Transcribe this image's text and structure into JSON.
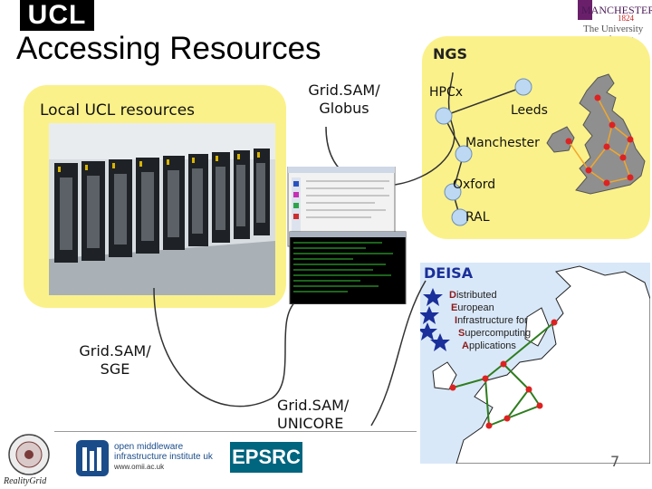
{
  "header": {
    "title": "Accessing Resources",
    "logo_left": "UCL",
    "logo_right": {
      "name": "MANCHESTER",
      "year": "1824",
      "line1": "The University",
      "line2": "chester"
    }
  },
  "local": {
    "label": "Local UCL resources"
  },
  "middleware": {
    "globus": [
      "Grid.SAM/",
      "Globus"
    ],
    "sge": [
      "Grid.SAM/",
      "SGE"
    ],
    "unicore": [
      "Grid.SAM/",
      "UNICORE"
    ]
  },
  "ngs": {
    "title": "NGS",
    "sites": [
      "HPCx",
      "Leeds",
      "Manchester",
      "Oxford",
      "RAL"
    ]
  },
  "deisa": {
    "title": "DEISA",
    "acronym": [
      {
        "cap": "D",
        "rest": "istributed"
      },
      {
        "cap": "E",
        "rest": "uropean"
      },
      {
        "cap": "I",
        "rest": "nfrastructure for"
      },
      {
        "cap": "S",
        "rest": "upercomputing"
      },
      {
        "cap": "A",
        "rest": "pplications"
      }
    ]
  },
  "footer": {
    "realitygrid": "RealityGrid",
    "omii": [
      "open middleware",
      "infrastructure institute uk",
      "www.omii.ac.uk"
    ],
    "epsrc": "EPSRC",
    "page": "7"
  },
  "colors": {
    "panel_yellow": "#fbf18a",
    "deisa_blue": "#d9e8f8",
    "node_blue": "#bcd8f2",
    "map_red": "#dd2222",
    "link_green": "#2e7d1e"
  }
}
